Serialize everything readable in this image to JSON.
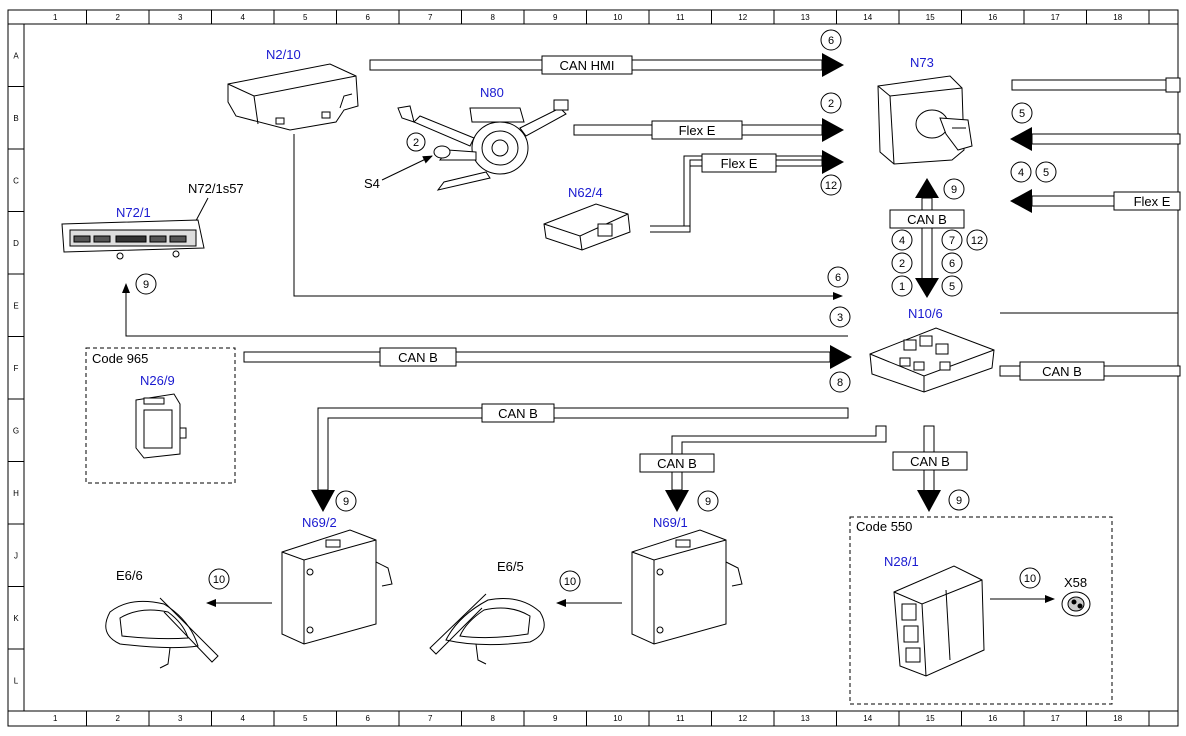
{
  "grid": {
    "columns": [
      "1",
      "2",
      "3",
      "4",
      "5",
      "6",
      "7",
      "8",
      "9",
      "10",
      "11",
      "12",
      "13",
      "14",
      "15",
      "16",
      "17",
      "18"
    ],
    "rows": [
      "A",
      "B",
      "C",
      "D",
      "E",
      "F",
      "G",
      "H",
      "J",
      "K",
      "L"
    ]
  },
  "components": {
    "n2_10": "N2/10",
    "n80": "N80",
    "s4": "S4",
    "n73": "N73",
    "n62_4": "N62/4",
    "n72_1": "N72/1",
    "n72_1s57": "N72/1s57",
    "n10_6": "N10/6",
    "n26_9": "N26/9",
    "n69_2": "N69/2",
    "n69_1": "N69/1",
    "n28_1": "N28/1",
    "e6_6": "E6/6",
    "e6_5": "E6/5",
    "x58": "X58"
  },
  "codes": {
    "code_965": "Code 965",
    "code_550": "Code 550"
  },
  "buses": {
    "can_hmi": "CAN HMI",
    "flex_e_1": "Flex E",
    "flex_e_2": "Flex E",
    "flex_e_3": "Flex E",
    "can_b_n73": "CAN B",
    "can_b_f": "CAN B",
    "can_b_right": "CAN B",
    "can_b_g": "CAN B",
    "can_b_n69_1": "CAN B",
    "can_b_n28": "CAN B"
  },
  "signal_numbers": {
    "s6_top": "6",
    "s2_flex": "2",
    "s12_flex": "12",
    "s5_right": "5",
    "s4_right": "4",
    "s5_right2": "5",
    "s9_n73": "9",
    "s4_l": "4",
    "s2_l": "2",
    "s1_l": "1",
    "s7_r": "7",
    "s12_r": "12",
    "s6_r": "6",
    "s5_r": "5",
    "s2_n80": "2",
    "s9_n72": "9",
    "s6_e": "6",
    "s3_e": "3",
    "s8_f": "8",
    "s9_n69_2": "9",
    "s9_n69_1": "9",
    "s9_n28": "9",
    "s10_e66": "10",
    "s10_e65": "10",
    "s10_x58": "10"
  }
}
